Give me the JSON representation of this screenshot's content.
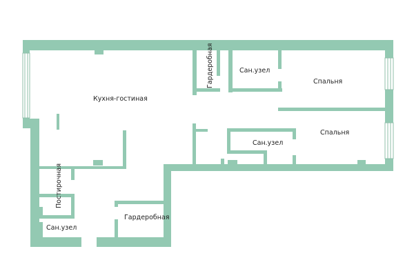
{
  "colors": {
    "wall": "#93c9b2",
    "background": "#ffffff",
    "label": "#222222"
  },
  "rooms": {
    "kitchen_living": "Кухня-гостиная",
    "wardrobe_top": "Гардеробная",
    "bathroom_top": "Сан.узел",
    "bedroom_top": "Спальня",
    "bathroom_middle": "Сан.узел",
    "bedroom_bottom": "Спальня",
    "laundry": "Постирочная",
    "wardrobe_bottom": "Гардеробная",
    "bathroom_bottom": "Сан.узел"
  }
}
